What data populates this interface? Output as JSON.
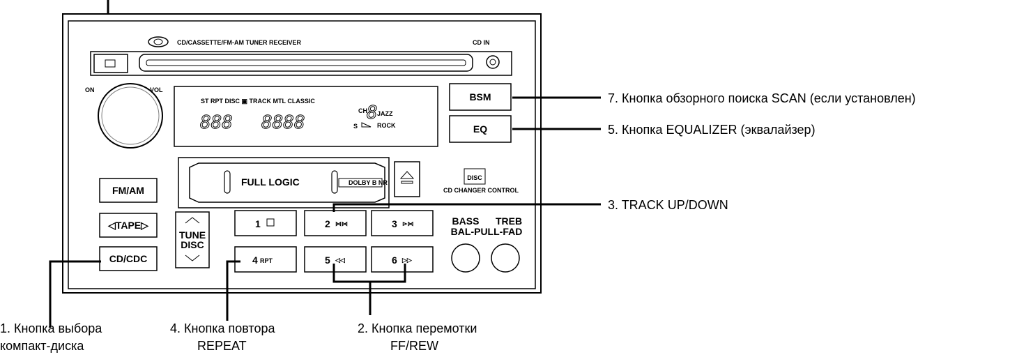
{
  "header": {
    "brand_text": "CD/CASSETTE/FM-AM TUNER RECEIVER",
    "cd_in": "CD IN"
  },
  "knob": {
    "on_label": "ON",
    "vol_label": "VOL"
  },
  "display": {
    "top_row": "ST   RPT   DISC ▣ TRACK  MTL  CLASSIC",
    "digits_left": "888",
    "digits_right": "8888",
    "ch_label": "CH",
    "jazz_label": "JAZZ",
    "rock_label": "ROCK",
    "s_label": "S"
  },
  "cassette": {
    "full_logic": "FULL LOGIC",
    "dolby_tag": "DOLBY B NR"
  },
  "cd_changer": {
    "logo_text": "DISC",
    "label": "CD CHANGER CONTROL"
  },
  "buttons": {
    "bsm": "BSM",
    "eq": "EQ",
    "fmam": "FM/AM",
    "tape": "◁TAPE▷",
    "cdcdc": "CD/CDC",
    "tune_line1": "TUNE",
    "tune_line2": "DISC",
    "preset1": "1",
    "preset2": "2",
    "preset3": "3",
    "preset4": "4",
    "preset4_sub": "RPT",
    "preset5": "5",
    "preset6": "6",
    "preset2_sym": "⋈⋈",
    "preset3_sym": "⊳⋈",
    "preset5_sym": "◁◁",
    "preset6_sym": "▷▷"
  },
  "tone": {
    "bass": "BASS",
    "treb": "TREB",
    "balfad": "BAL-PULL-FAD"
  },
  "callouts": {
    "scan": "7. Кнопка обзорного поиска SCAN (если установлен)",
    "eq": "5. Кнопка EQUALIZER (эквалайзер)",
    "track": "3. TRACK UP/DOWN",
    "cd_line1": "1. Кнопка выбора",
    "cd_line2": "компакт-диска",
    "repeat_line1": "4. Кнопка повтора",
    "repeat_line2": "REPEAT",
    "ffrew_line1": "2. Кнопка перемотки",
    "ffrew_line2": "FF/REW"
  }
}
